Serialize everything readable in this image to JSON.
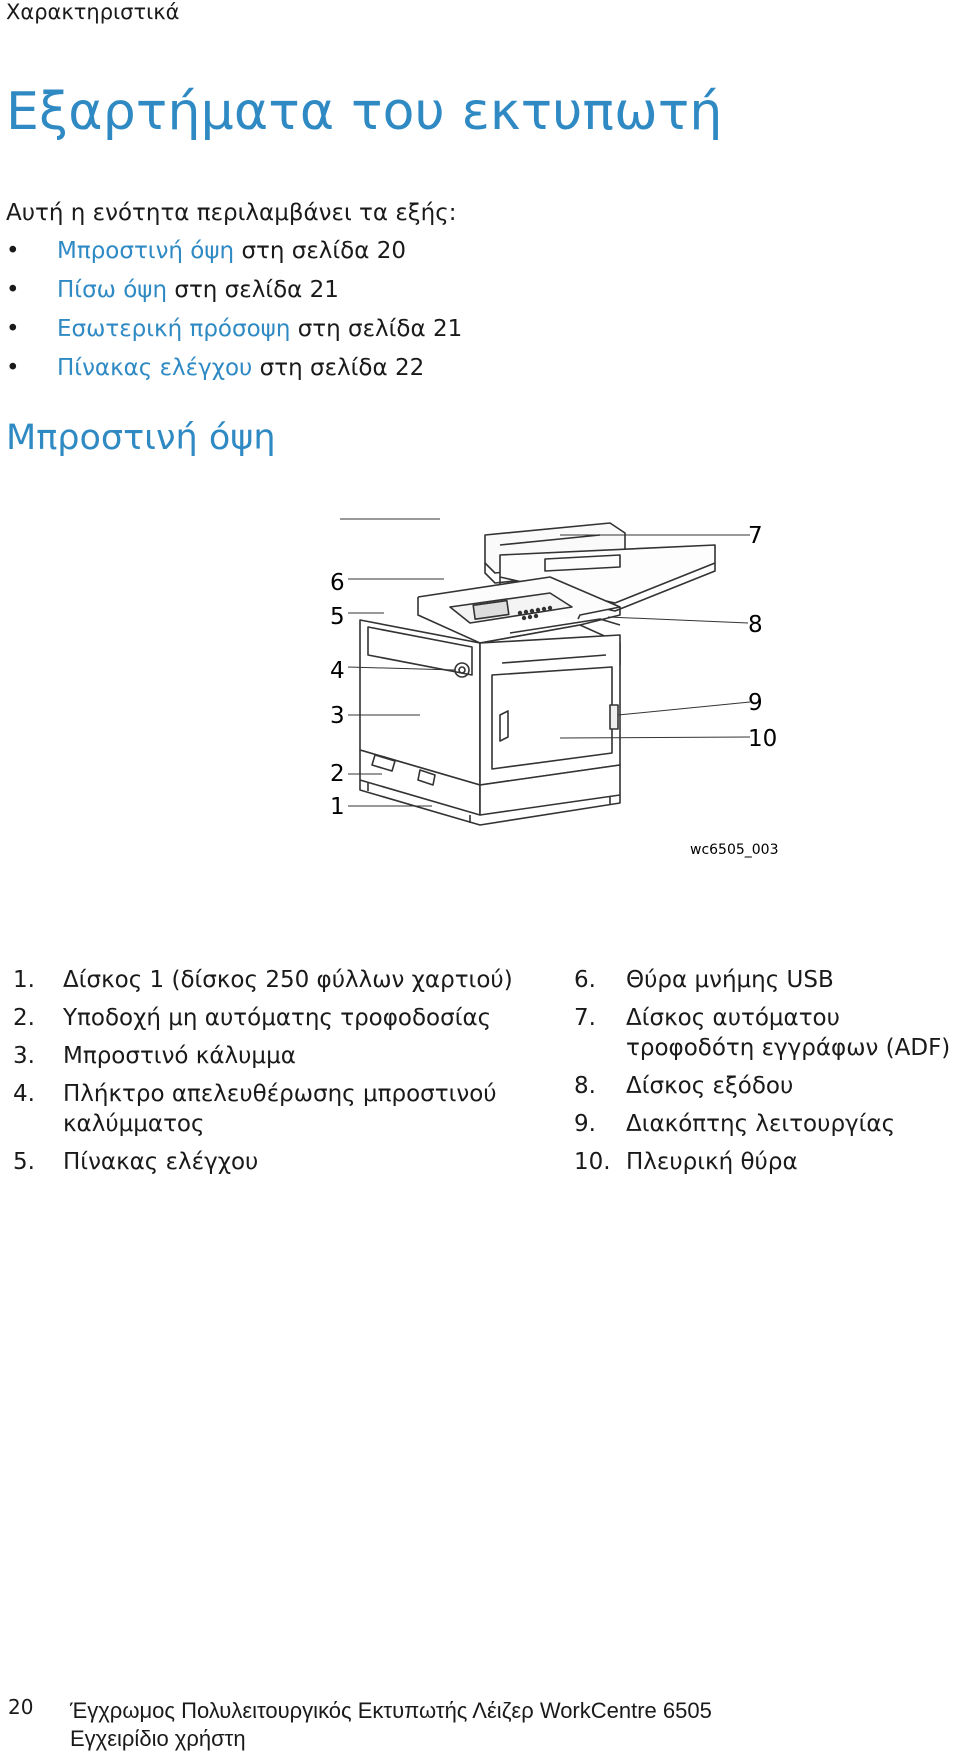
{
  "header": {
    "section": "Χαρακτηριστικά"
  },
  "page_title": "Εξαρτήματα του εκτυπωτή",
  "intro": "Αυτή η ενότητα περιλαμβάνει τα εξής:",
  "toc": [
    {
      "link": "Μπροστινή όψη",
      "suffix": " στη σελίδα 20"
    },
    {
      "link": "Πίσω όψη",
      "suffix": " στη σελίδα 21"
    },
    {
      "link": "Εσωτερική πρόσοψη",
      "suffix": " στη σελίδα 21"
    },
    {
      "link": "Πίνακας ελέγχου",
      "suffix": " στη σελίδα 22"
    }
  ],
  "section_title": "Μπροστινή όψη",
  "figure": {
    "id": "wc6505_003",
    "callouts": [
      "1",
      "2",
      "3",
      "4",
      "5",
      "6",
      "7",
      "8",
      "9",
      "10"
    ]
  },
  "parts_left": [
    {
      "num": "1.",
      "text": "Δίσκος 1 (δίσκος 250 φύλλων χαρτιού)"
    },
    {
      "num": "2.",
      "text": "Υποδοχή μη αυτόματης τροφοδοσίας"
    },
    {
      "num": "3.",
      "text": "Μπροστινό κάλυμμα"
    },
    {
      "num": "4.",
      "text": "Πλήκτρο απελευθέρωσης μπροστινού καλύμματος"
    },
    {
      "num": "5.",
      "text": "Πίνακας ελέγχου"
    }
  ],
  "parts_right": [
    {
      "num": "6.",
      "text": "Θύρα μνήμης USB"
    },
    {
      "num": "7.",
      "text": "Δίσκος αυτόματου τροφοδότη εγγράφων (ADF)"
    },
    {
      "num": "8.",
      "text": "Δίσκος εξόδου"
    },
    {
      "num": "9.",
      "text": "Διακόπτης λειτουργίας"
    },
    {
      "num": "10.",
      "text": "Πλευρική θύρα"
    }
  ],
  "footer": {
    "page_number": "20",
    "line1": "Έγχρωμος Πολυλειτουργικός Εκτυπωτής Λέιζερ WorkCentre 6505",
    "line2": "Εγχειρίδιο χρήστη"
  }
}
